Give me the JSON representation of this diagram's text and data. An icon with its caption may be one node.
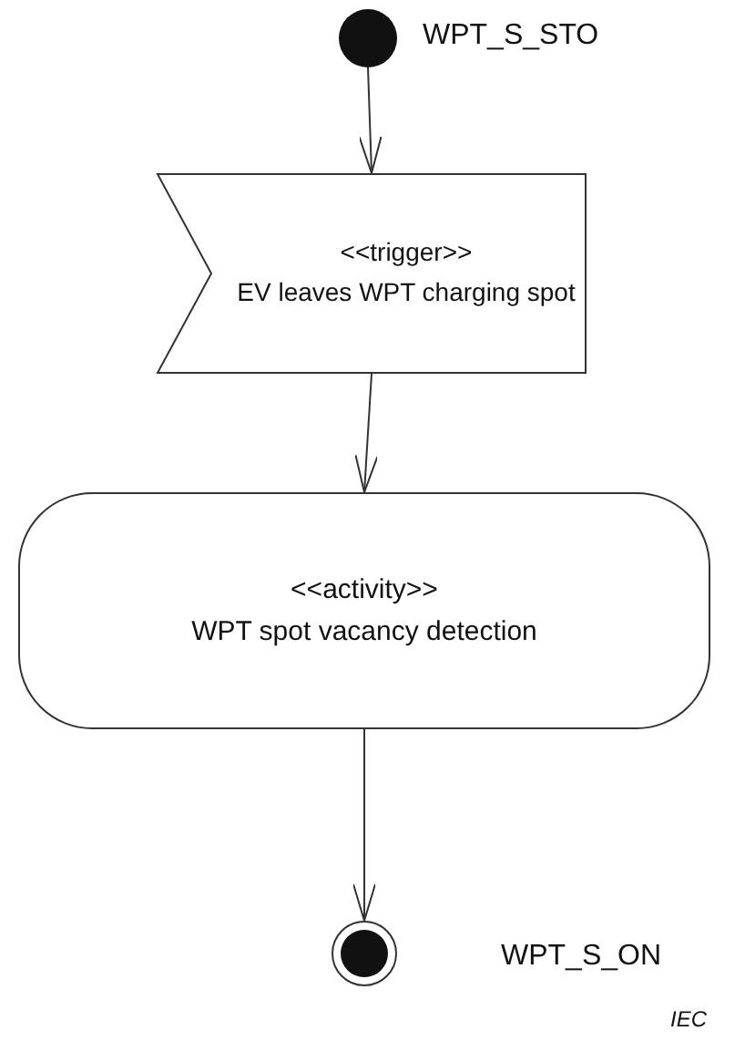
{
  "diagram": {
    "nodes": [
      {
        "text": [],
        "shape": "circle",
        "beside": [
          "WPT_S_STO"
        ]
      },
      {
        "text": [
          "<<trigger>>",
          "EV leaves WPT charging spot"
        ]
      },
      {
        "text": [
          "<<activity>>",
          "WPT spot vacancy detection"
        ]
      },
      {
        "text": [],
        "shape": "circle",
        "beside": [
          "WPT_S_ON"
        ]
      }
    ],
    "edges": [
      {
        "from": 0,
        "to": 1,
        "arrow": "to"
      },
      {
        "from": 1,
        "to": 2,
        "arrow": "to"
      },
      {
        "from": 2,
        "to": 3,
        "arrow": "to"
      }
    ],
    "labels": [
      "IEC"
    ]
  }
}
